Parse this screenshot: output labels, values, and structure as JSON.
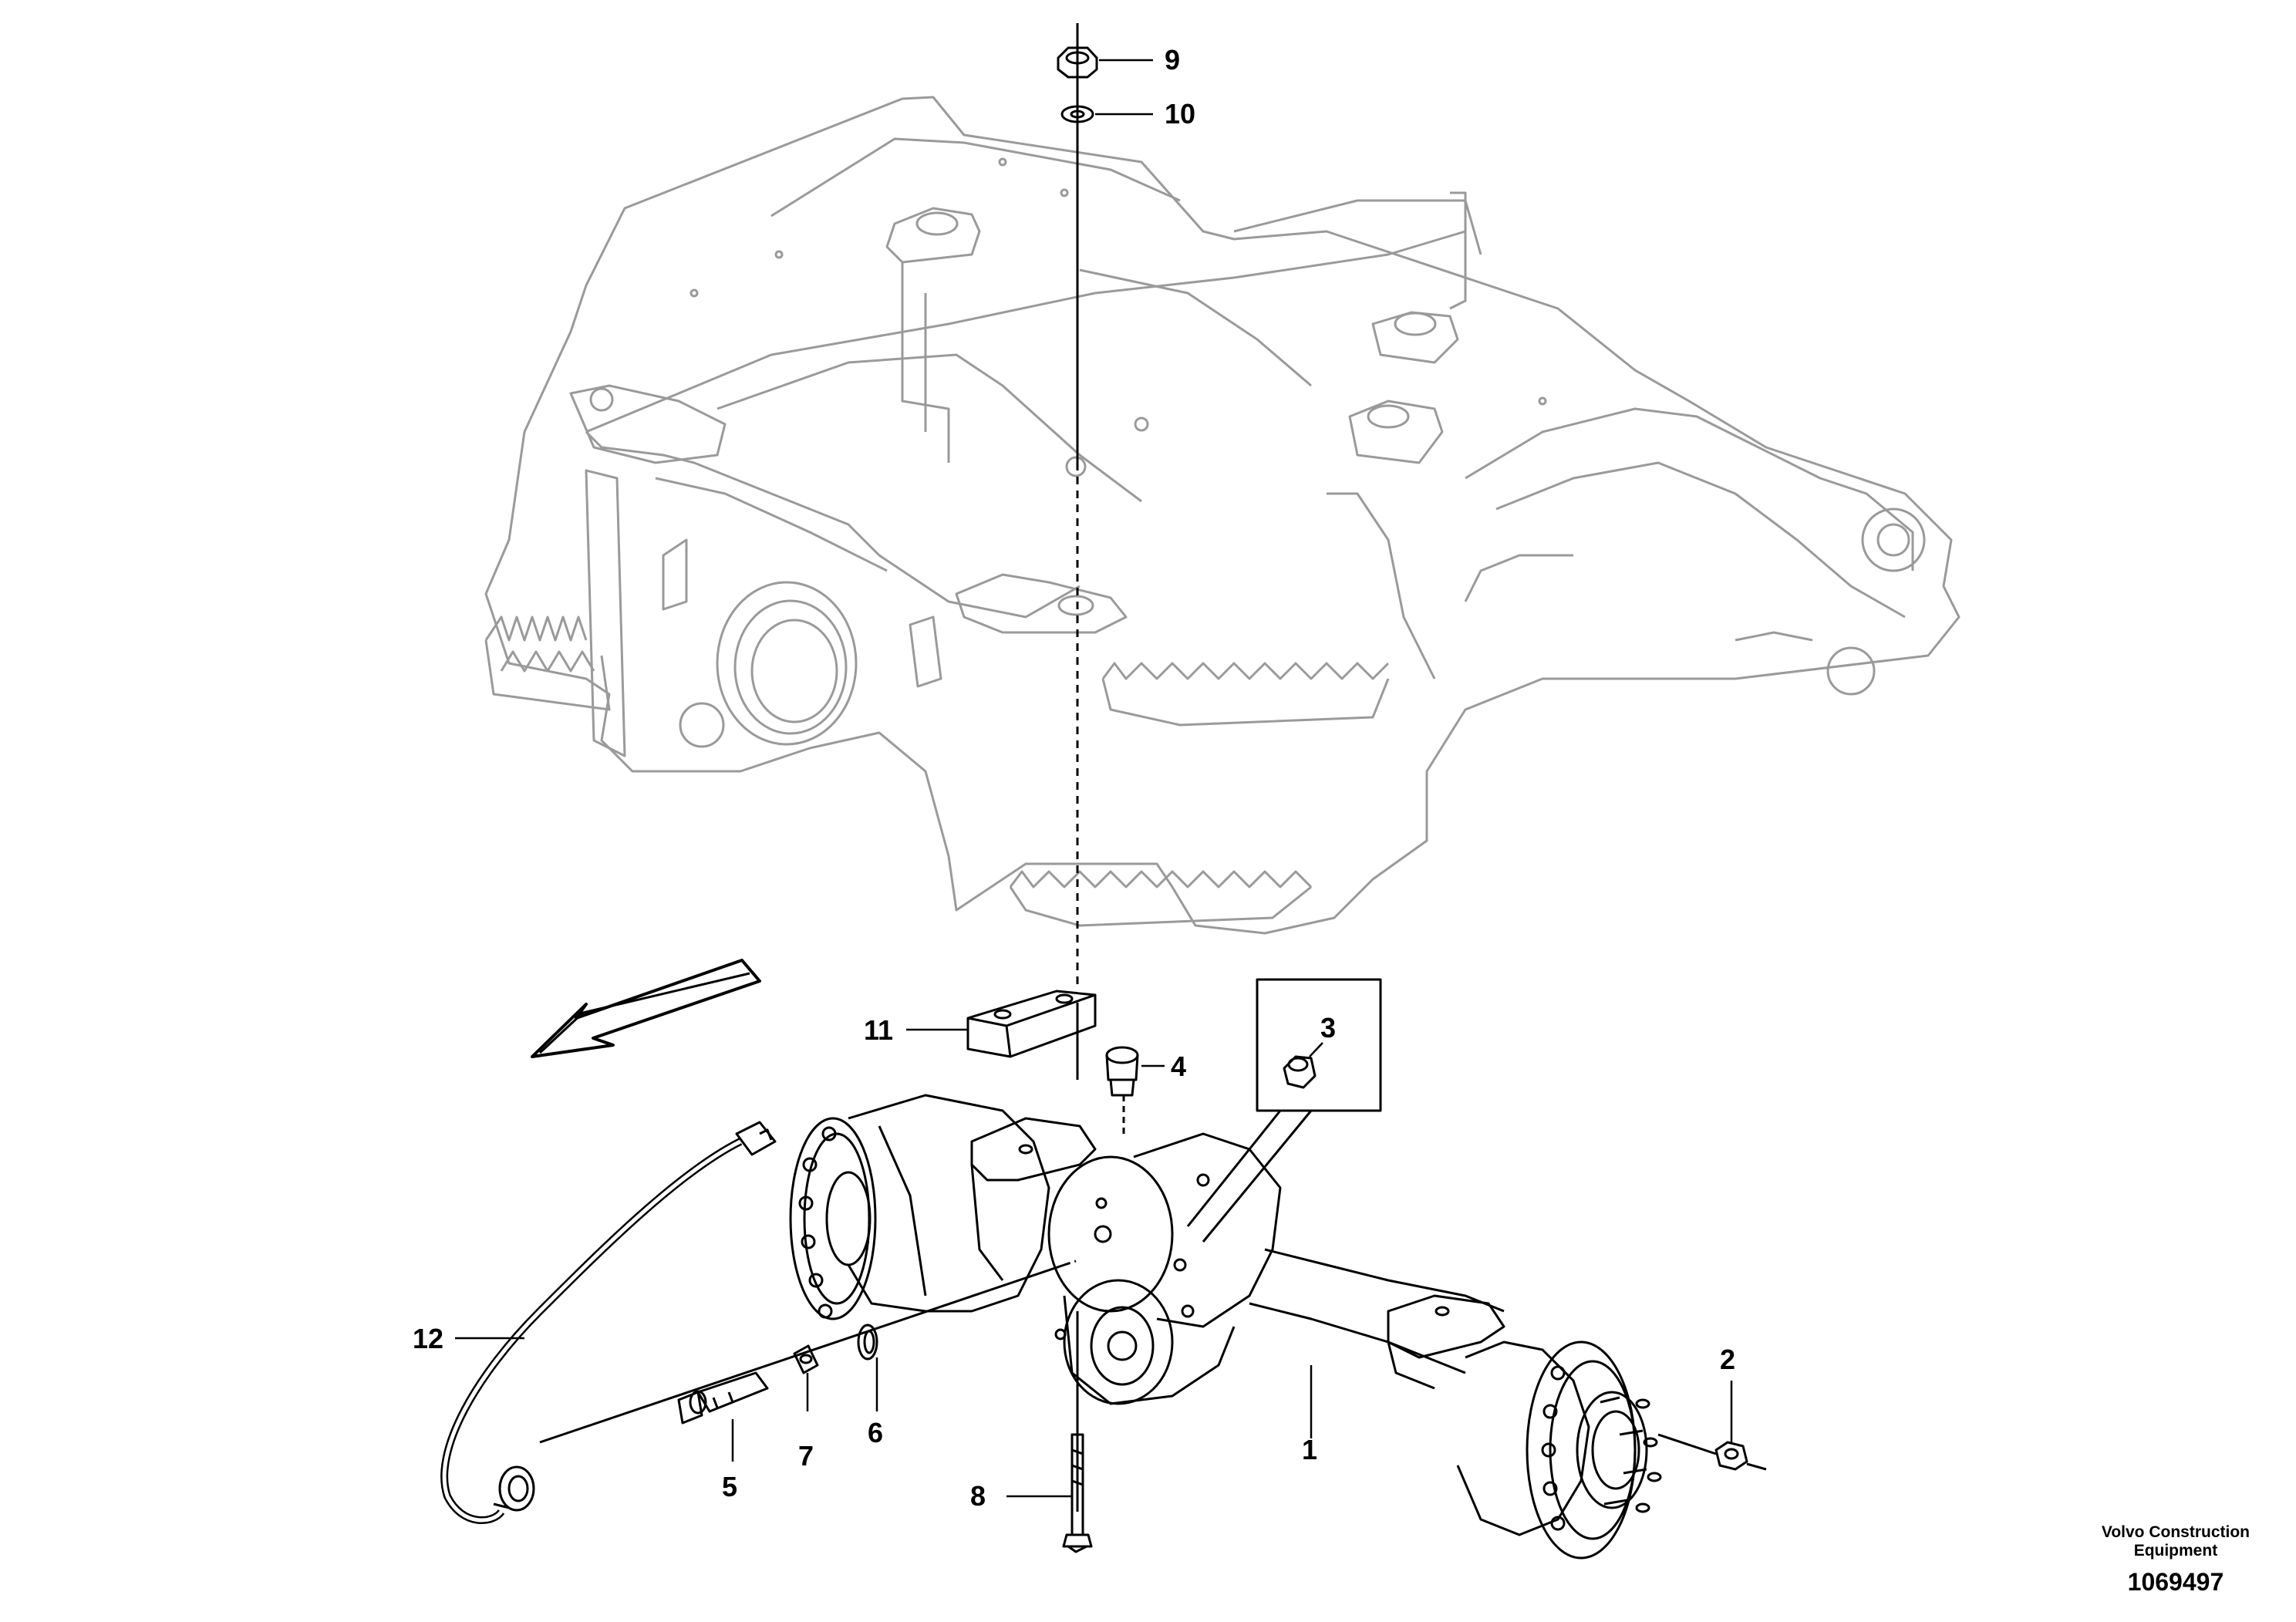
{
  "callouts": [
    {
      "id": "1",
      "text": "1"
    },
    {
      "id": "2",
      "text": "2"
    },
    {
      "id": "3",
      "text": "3"
    },
    {
      "id": "4",
      "text": "4"
    },
    {
      "id": "5",
      "text": "5"
    },
    {
      "id": "6",
      "text": "6"
    },
    {
      "id": "7",
      "text": "7"
    },
    {
      "id": "8",
      "text": "8"
    },
    {
      "id": "9",
      "text": "9"
    },
    {
      "id": "10",
      "text": "10"
    },
    {
      "id": "11",
      "text": "11"
    },
    {
      "id": "12",
      "text": "12"
    }
  ],
  "footer": {
    "company_line1": "Volvo Construction",
    "company_line2": "Equipment",
    "drawing_number": "1069497"
  },
  "colors": {
    "frame_line": "#9a9a9a",
    "part_line": "#000000"
  }
}
